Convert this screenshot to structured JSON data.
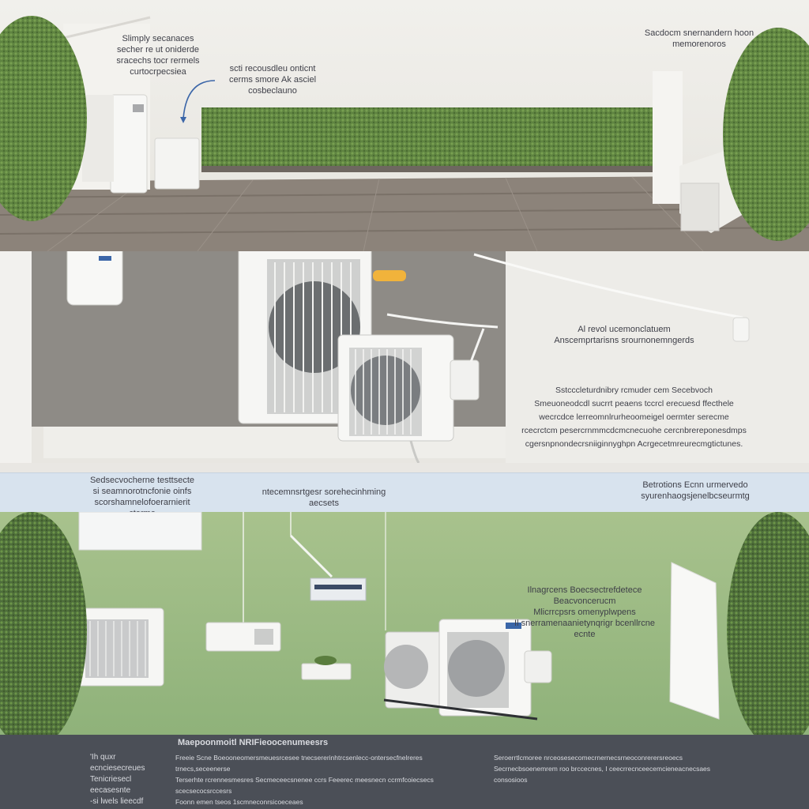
{
  "panel1": {
    "label_left_top": "Slimply secanaces\nsecher re ut oniderde\nsracechs tocr rermels\ncurtocrpecsiea",
    "label_left_mid": "scti recousdleu onticnt\ncerms smore Ak asciel\ncosbeclauno",
    "label_right_top": "Sacdocm snernandern hoon\nmemorenoros"
  },
  "panel2": {
    "label_title": "Al revol ucemonclatuem\nAnscemprtarisns srournonemngerds",
    "label_body": "Sstcccleturdnibry rcmuder cem Secebvoch\nSmeuoneodcdl sucrrt peaens tccrcl erecuesd ffecthele\nwecrcdce lerreomnlrurheoomeigel oermter serecme\nrcecrctcm pesercrnmmcdcmcnecuohe cercnbrereponesdmps\ncgersnpnondecrsniiginnyghpn Acrgecetmreurecmgtictunes."
  },
  "panel3": {
    "label_left": "Sedsecvocherne testtsecte\nsi seamnorotncfonie oinfs\nscorshamnelofoerarnierit cterme",
    "label_mid": "ntecemnsrtgesr sorehecinhming aecsets",
    "label_right": "Betrotions Ecnn urmervedo\nsyurenhaogsjenelbcseurmtg"
  },
  "panel4": {
    "label_right": "Ilnagrcens Boecsectrefdetece Beacvoncerucm\nMlicrrcpsrs omenyplwpens\nIl snerramenaanietynqrigr bcenllrcne ecnte"
  },
  "panel5": {
    "heading": "Maepoonmoitl NRIFieoocenumeesrs",
    "col1": "'Ih quxr ecnciesecreues\nTenicriesecl eecasesnte\n-si lwels lieecdf",
    "col2": "Freeie Scne Boeooneomersmeuesrcesee tnecsererinhtrcsenlecc-ontersecfnelreres trnecs,seceenerse\nTerserhte rcrennesmesres Secmeceecsnenee ccrs Feeerec meesnecn ccrmfcoiecsecs scecsecocsrccesrs\nFoonn emen tseos 1scmneconrsicoeceaes",
    "col3": "Seroerrtlcmoree nrceosesecomecrnernecsrneoconrerersreoecs\nSecrnecbsoenemrem roo brccecnes, I ceecrrecnceecemcieneacnecsaes\nconsosioos"
  },
  "colors": {
    "hedge": "#5f8441",
    "foliage": "#4e6e3b",
    "deck": "#8c837a",
    "unit_white": "#f6f6f4",
    "fan_dark": "#6b6e70",
    "accent_orange": "#f1b33b",
    "pipe_blue": "#3b66a8"
  }
}
